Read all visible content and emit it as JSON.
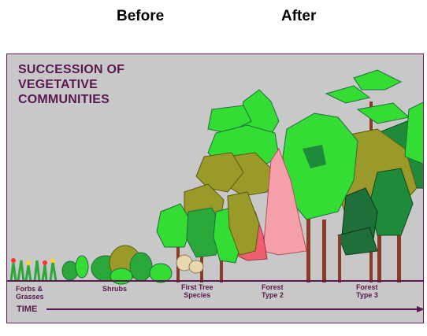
{
  "headers": {
    "before": "Before",
    "after": "After"
  },
  "diagram": {
    "title_lines": [
      "SUCCESSION OF",
      "VEGETATIVE",
      "COMMUNITIES"
    ],
    "stages": [
      {
        "line1": "Forbs &",
        "line2": "Grasses"
      },
      {
        "line1": "Shrubs",
        "line2": ""
      },
      {
        "line1": "First Tree",
        "line2": "Species"
      },
      {
        "line1": "Forest",
        "line2": "Type 2"
      },
      {
        "line1": "Forest",
        "line2": "Type 3"
      }
    ],
    "time_label": "TIME",
    "colors": {
      "background": "#c8c8c8",
      "text": "#5a1850",
      "bright_green": "#33dd33",
      "olive": "#9a9a2a",
      "dark_green": "#1f6f3a",
      "pink": "#f5a0a8",
      "brown": "#8b3a2a"
    }
  }
}
